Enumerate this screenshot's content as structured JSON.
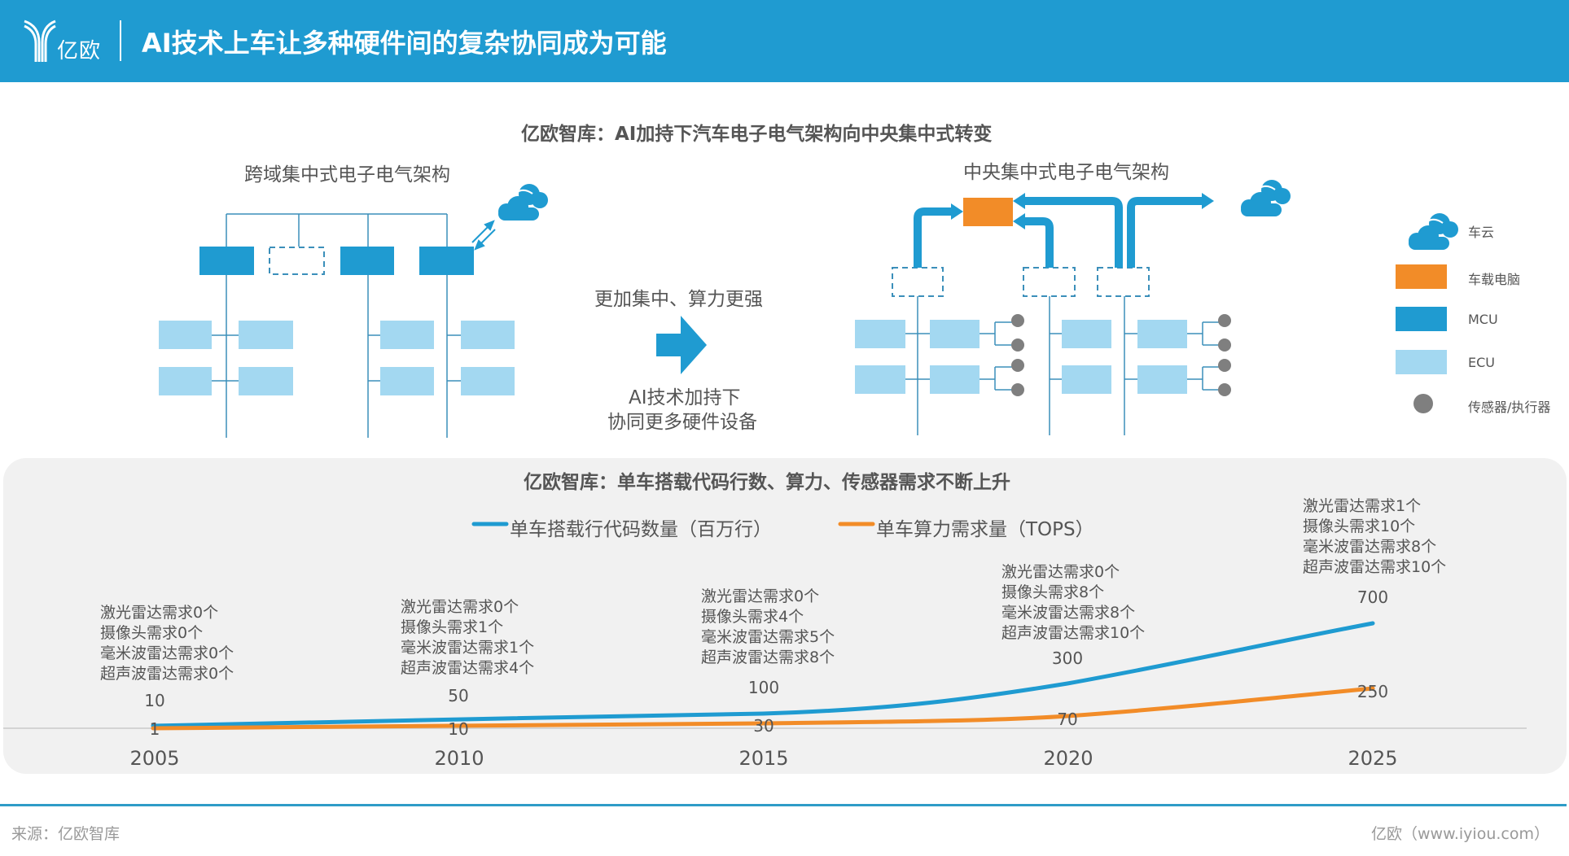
{
  "header": {
    "logo_text": "亿欧",
    "title": "AI技术上车让多种硬件间的复杂协同成为可能"
  },
  "diagram": {
    "title": "亿欧智库：AI加持下汽车电子电气架构向中央集中式转变",
    "left_title": "跨域集中式电子电气架构",
    "right_title": "中央集中式电子电气架构",
    "middle_top": "更加集中、算力更强",
    "middle_bottom_1": "AI技术加持下",
    "middle_bottom_2": "协同更多硬件设备",
    "legend": [
      {
        "icon": "cloud-icon",
        "label": "车云",
        "color": "#1f9bd1"
      },
      {
        "icon": "orange-square",
        "label": "车载电脑",
        "color": "#f28c28"
      },
      {
        "icon": "blue-square",
        "label": "MCU",
        "color": "#1f9bd1"
      },
      {
        "icon": "light-blue-square",
        "label": "ECU",
        "color": "#a3d8f1"
      },
      {
        "icon": "grey-dot",
        "label": "传感器/执行器",
        "color": "#7f7f7f"
      }
    ]
  },
  "chart_data": {
    "type": "line",
    "title": "亿欧智库：单车搭载代码行数、算力、传感器需求不断上升",
    "categories": [
      "2005",
      "2010",
      "2015",
      "2020",
      "2025"
    ],
    "x": [
      2005,
      2010,
      2015,
      2020,
      2025
    ],
    "series": [
      {
        "name": "单车搭载行代码数量（百万行）",
        "color": "#1f9bd1",
        "values": [
          10,
          50,
          100,
          300,
          700
        ]
      },
      {
        "name": "单车算力需求量（TOPS）",
        "color": "#f28c28",
        "values": [
          1,
          10,
          30,
          70,
          250
        ]
      }
    ],
    "annotations": [
      {
        "year": "2005",
        "lines": [
          "激光雷达需求0个",
          "摄像头需求0个",
          "毫米波雷达需求0个",
          "超声波雷达需求0个"
        ]
      },
      {
        "year": "2010",
        "lines": [
          "激光雷达需求0个",
          "摄像头需求1个",
          "毫米波雷达需求1个",
          "超声波雷达需求4个"
        ]
      },
      {
        "year": "2015",
        "lines": [
          "激光雷达需求0个",
          "摄像头需求4个",
          "毫米波雷达需求5个",
          "超声波雷达需求8个"
        ]
      },
      {
        "year": "2020",
        "lines": [
          "激光雷达需求0个",
          "摄像头需求8个",
          "毫米波雷达需求8个",
          "超声波雷达需求10个"
        ]
      },
      {
        "year": "2025",
        "lines": [
          "激光雷达需求1个",
          "摄像头需求10个",
          "毫米波雷达需求8个",
          "超声波雷达需求10个"
        ]
      }
    ],
    "xlabel": "",
    "ylabel": "",
    "grid": false,
    "legend_position": "top"
  },
  "value_labels": {
    "blue": [
      "10",
      "50",
      "100",
      "300",
      "700"
    ],
    "orange": [
      "1",
      "10",
      "30",
      "70",
      "250"
    ]
  },
  "footer": {
    "source": "来源：亿欧智库",
    "site": "亿欧（www.iyiou.com）"
  }
}
